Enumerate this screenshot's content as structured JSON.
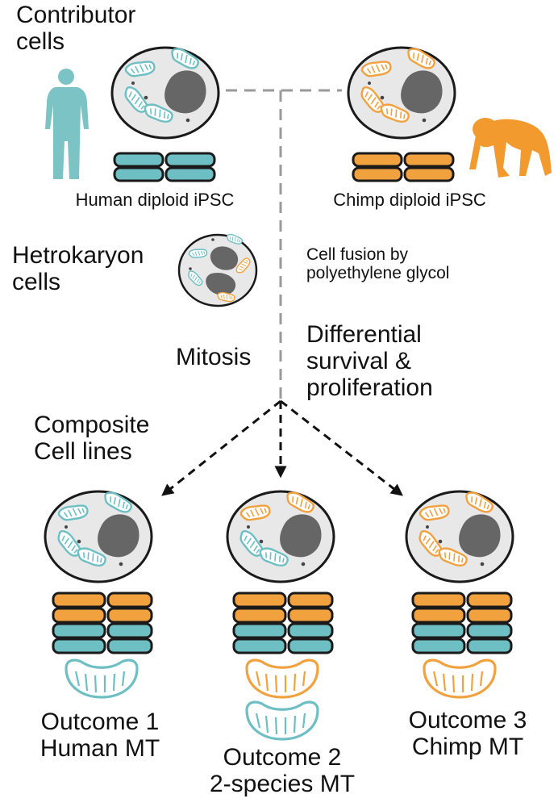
{
  "labels": {
    "contributor": [
      "Contributor",
      "cells"
    ],
    "human_ipsc": "Human diploid iPSC",
    "chimp_ipsc": "Chimp diploid iPSC",
    "hetrokaryon": [
      "Hetrokaryon",
      "cells"
    ],
    "fusion": [
      "Cell fusion by",
      "polyethylene glycol"
    ],
    "mitosis": "Mitosis",
    "differential": [
      "Differential",
      "survival &",
      "proliferation"
    ],
    "composite": [
      "Composite",
      "Cell lines"
    ],
    "outcome1": [
      "Outcome 1",
      "Human MT"
    ],
    "outcome2": [
      "Outcome 2",
      "2-species MT"
    ],
    "outcome3": [
      "Outcome 3",
      "Chimp MT"
    ]
  },
  "colors": {
    "human": "#6dbfc3",
    "chimp": "#f2a13f",
    "chimp_figure": "#f39a2e",
    "human_figure": "#7cc3c6",
    "cell_fill": "#e8e8e8",
    "nucleus": "#666666",
    "outline": "#1a1a1a",
    "dashed_gray": "#9a9a9a"
  },
  "icons": [
    "human-figure-icon",
    "chimp-figure-icon",
    "cell-icon",
    "chromosome-bars-icon",
    "mitochondrion-icon"
  ]
}
